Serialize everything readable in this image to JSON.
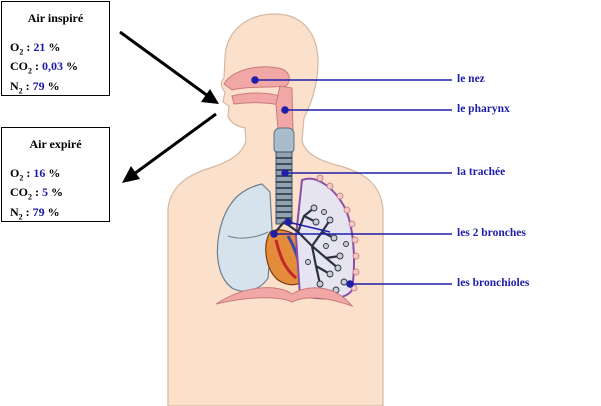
{
  "inspired": {
    "title": "Air inspiré",
    "rows": [
      {
        "gas": "O",
        "sub": "2",
        "value": "21",
        "unit": " %"
      },
      {
        "gas": "CO",
        "sub": "2",
        "value": "0,03",
        "unit": " %"
      },
      {
        "gas": "N",
        "sub": "2",
        "value": "79",
        "unit": " %"
      }
    ]
  },
  "expired": {
    "title": "Air expiré",
    "rows": [
      {
        "gas": "O",
        "sub": "2",
        "value": "16",
        "unit": " %"
      },
      {
        "gas": "CO",
        "sub": "2",
        "value": "5",
        "unit": " %"
      },
      {
        "gas": "N",
        "sub": "2",
        "value": "79",
        "unit": " %"
      }
    ]
  },
  "labels": {
    "nose": "le nez",
    "pharynx": "le pharynx",
    "trachea": "la trachée",
    "bronchi": "les 2 bronches",
    "bronchioles": "les bronchioles"
  },
  "colors": {
    "skin": "#fbe0cc",
    "skin_outline": "#d4b8a3",
    "airway": "#f2a7a7",
    "lung_left": "#d7e3ec",
    "lung_right_outline": "#8a4fa6",
    "label_blue": "#1e1ea8",
    "value_blue": "#1a1aa6"
  }
}
